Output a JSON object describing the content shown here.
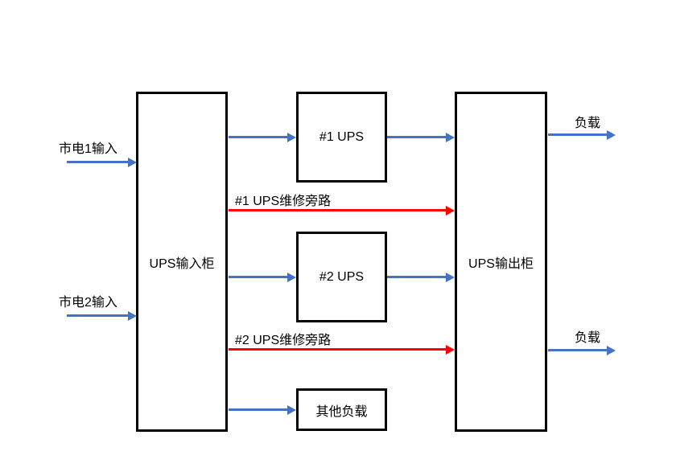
{
  "colors": {
    "arrow_blue": "#4472C4",
    "arrow_red": "#FF0000",
    "box_border": "#000000",
    "background": "#FFFFFF"
  },
  "diagram": {
    "boxes": {
      "input_cabinet": "UPS输入柜",
      "output_cabinet": "UPS输出柜",
      "ups1": "#1 UPS",
      "ups2": "#2 UPS",
      "other_load": "其他负载"
    },
    "labels": {
      "mains1": "市电1输入",
      "mains2": "市电2输入",
      "bypass1": "#1 UPS维修旁路",
      "bypass2": "#2 UPS维修旁路",
      "load1": "负载",
      "load2": "负载"
    }
  }
}
